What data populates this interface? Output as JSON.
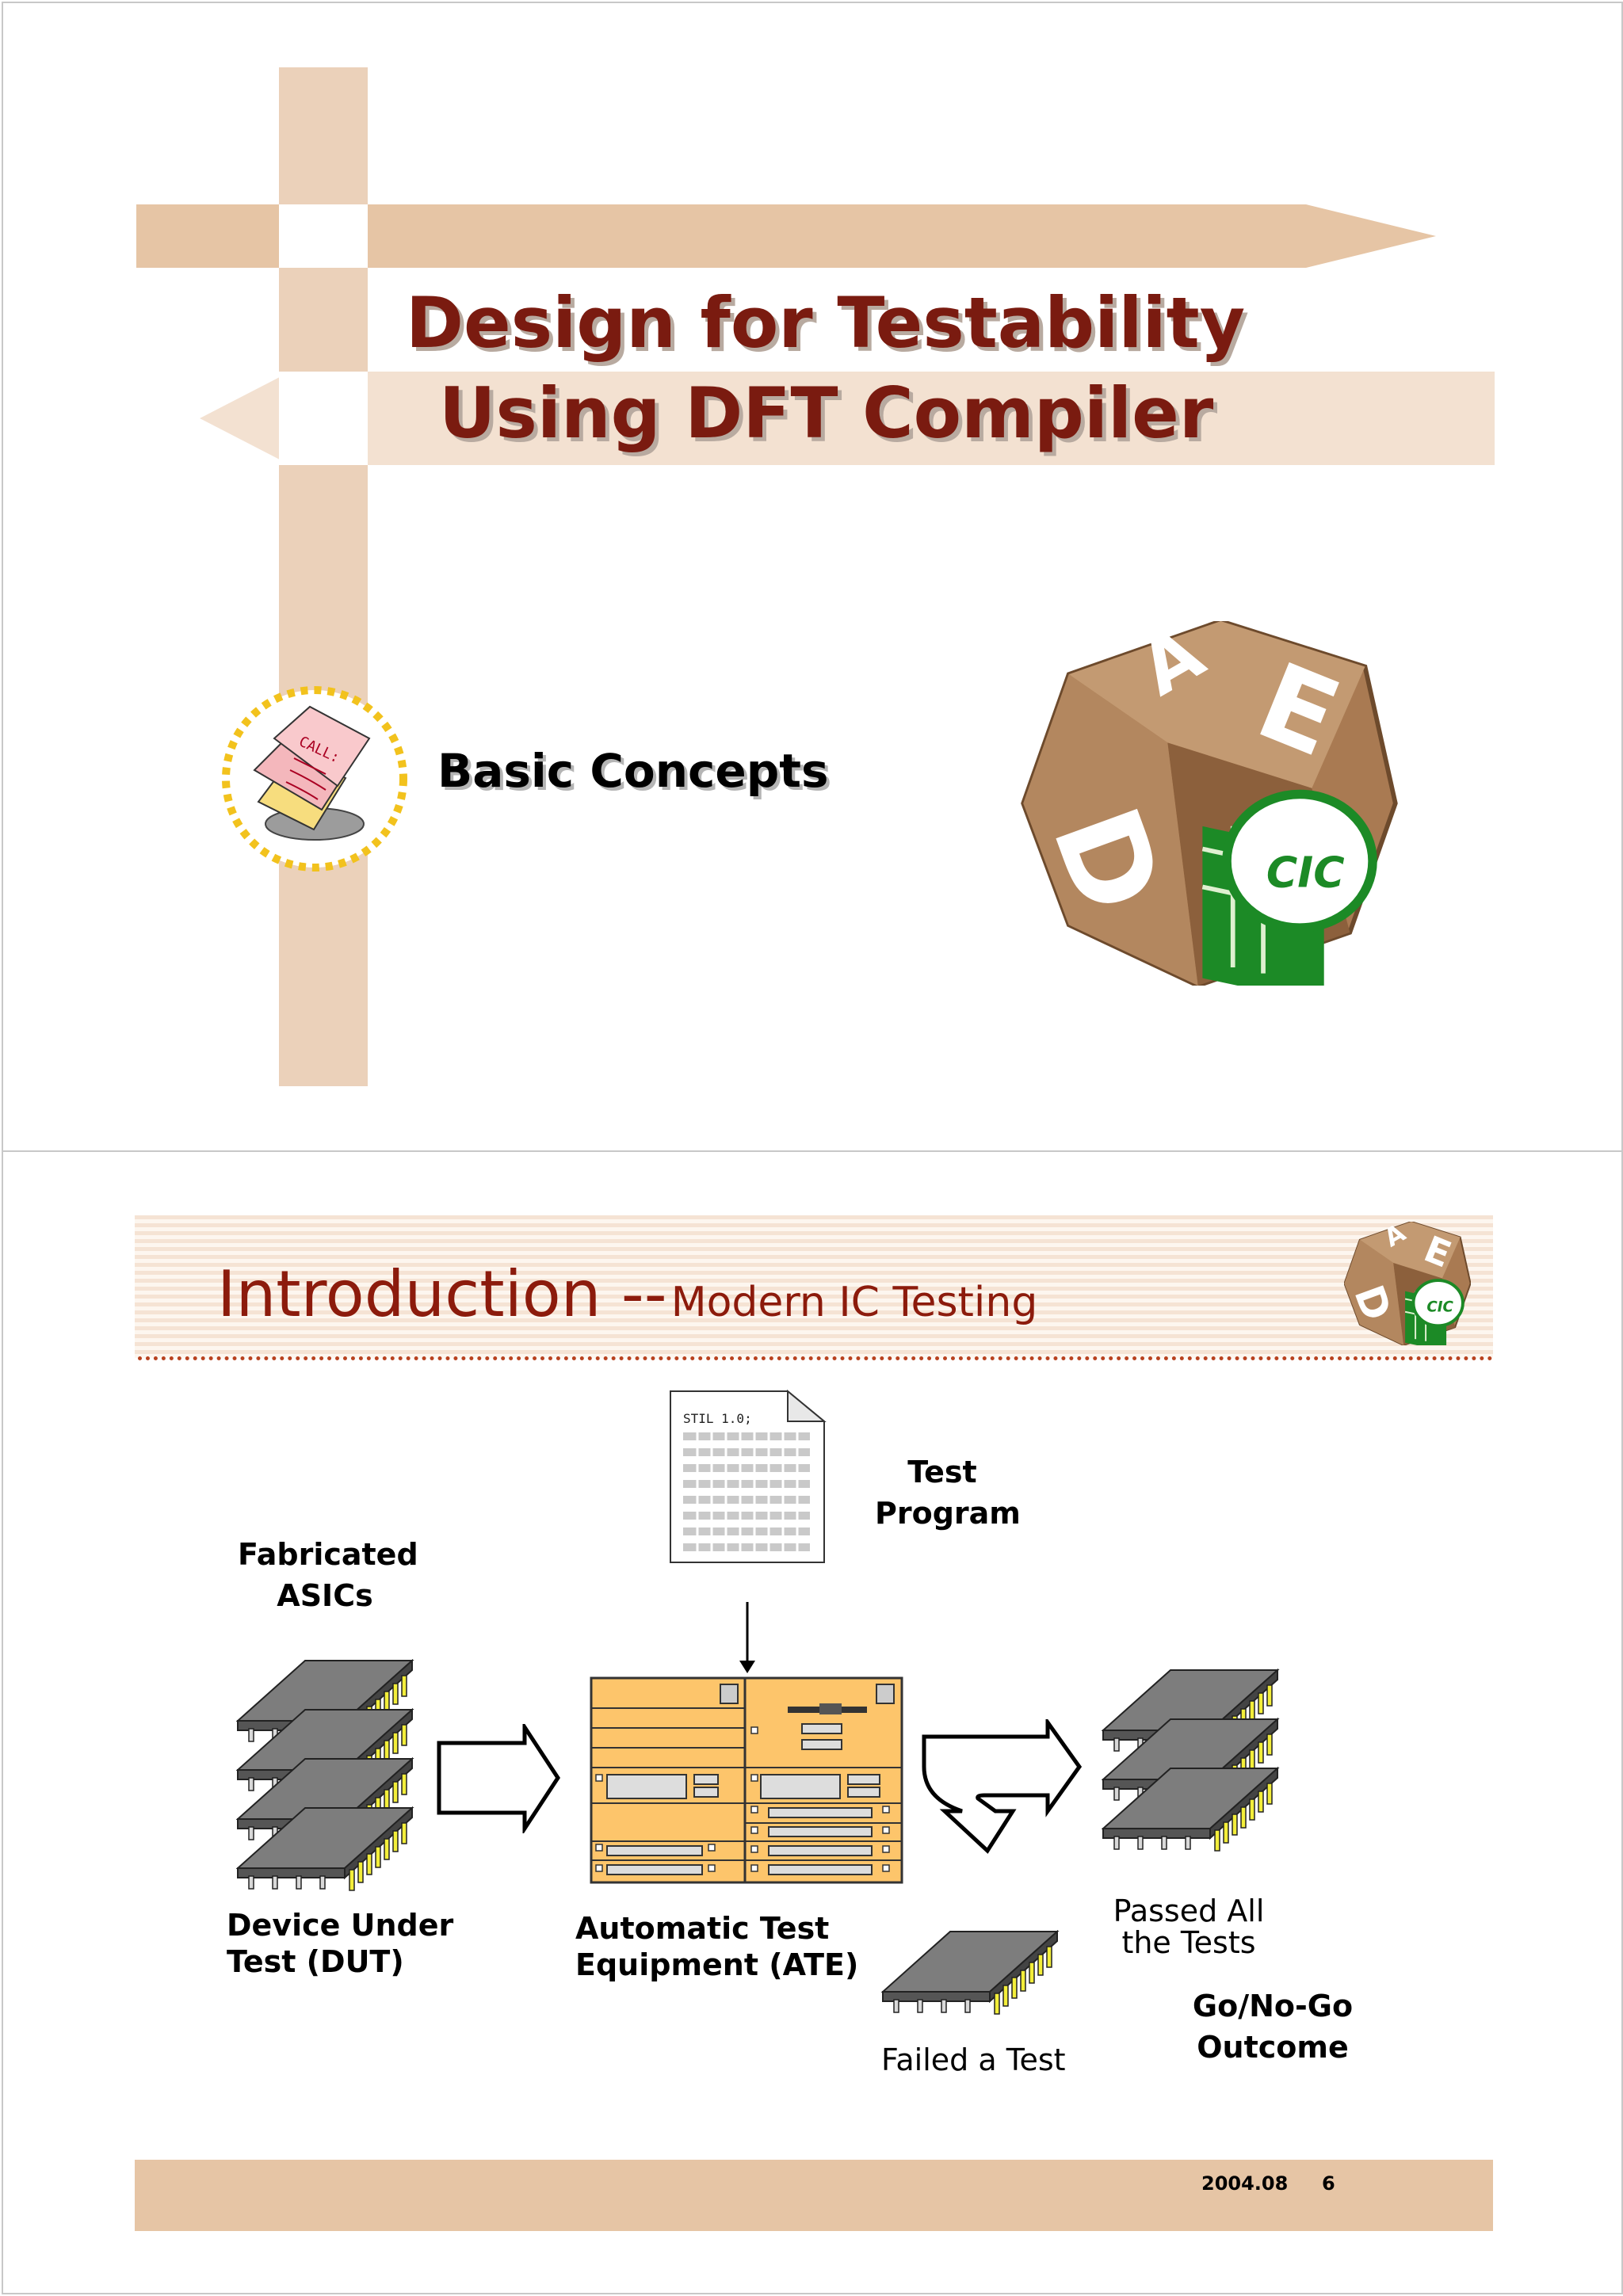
{
  "slide1": {
    "title_line1": "Design for Testability",
    "title_line2": "Using DFT Compiler",
    "subtitle": "Basic Concepts",
    "note_icon_text": "CALL:",
    "logo_text": "CIC"
  },
  "slide2": {
    "title_main": "Introduction --",
    "title_sub": "Modern IC Testing",
    "logo_text": "CIC",
    "stil_text": "STIL 1.0;",
    "test_program_line1": "Test",
    "test_program_line2": "Program",
    "fabricated_line1": "Fabricated",
    "fabricated_line2": "ASICs",
    "dut_line1": "Device Under",
    "dut_line2": "Test (DUT)",
    "ate_line1": "Automatic Test",
    "ate_line2": "Equipment (ATE)",
    "passed_line1": "Passed All",
    "passed_line2": "the Tests",
    "failed": "Failed a Test",
    "outcome_line1": "Go/No-Go",
    "outcome_line2": "Outcome",
    "footer_date": "2004.08",
    "footer_page": "6"
  },
  "colors": {
    "tan": "#e6c5a5",
    "light_tan": "#f3e1d1",
    "title_red": "#7a1b10",
    "ate_yellow": "#fdc56b",
    "chip_gray": "#808080"
  }
}
